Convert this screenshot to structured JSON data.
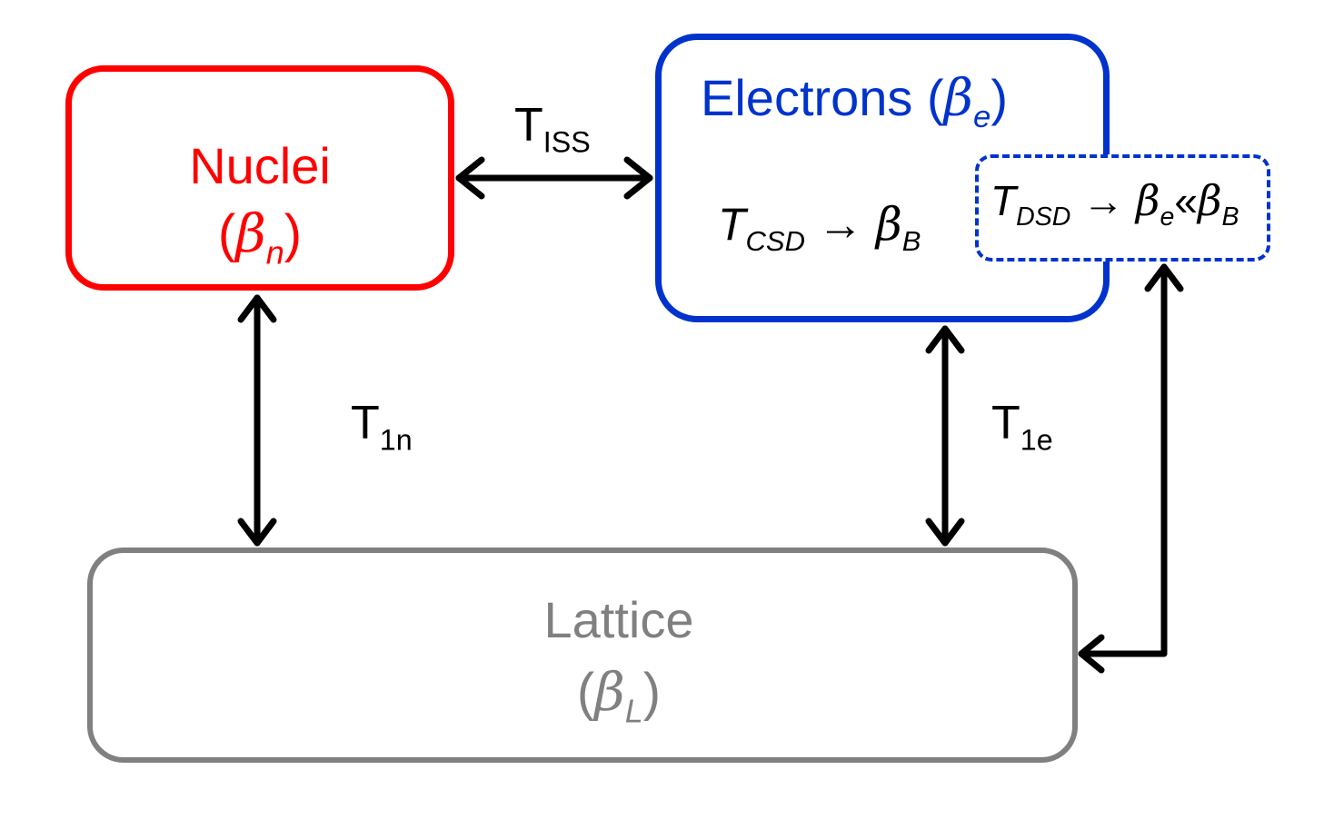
{
  "nodes": {
    "nuclei": {
      "title": "Nuclei",
      "symbol_open": "(",
      "symbol": "β",
      "symbol_sub": "n",
      "symbol_close": ")",
      "color": "#ff0000"
    },
    "electrons": {
      "title": "Electrons (",
      "symbol": "β",
      "symbol_sub": "e",
      "symbol_close": ")",
      "color": "#0033cc",
      "csd": {
        "T": "T",
        "sub": "CSD",
        "arrow": "→",
        "beta": "β",
        "beta_sub": "B"
      },
      "dsd": {
        "T": "T",
        "sub": "DSD",
        "arrow": "→",
        "beta1": "β",
        "beta1_sub": "e",
        "relation": "«",
        "beta2": "β",
        "beta2_sub": "B"
      }
    },
    "lattice": {
      "title": "Lattice",
      "symbol_open": "(",
      "symbol": "β",
      "symbol_sub": "L",
      "symbol_close": ")",
      "color": "#808080"
    }
  },
  "edges": {
    "iss": {
      "T": "T",
      "sub": "ISS"
    },
    "t1n": {
      "T": "T",
      "sub": "1n"
    },
    "t1e": {
      "T": "T",
      "sub": "1e"
    }
  }
}
